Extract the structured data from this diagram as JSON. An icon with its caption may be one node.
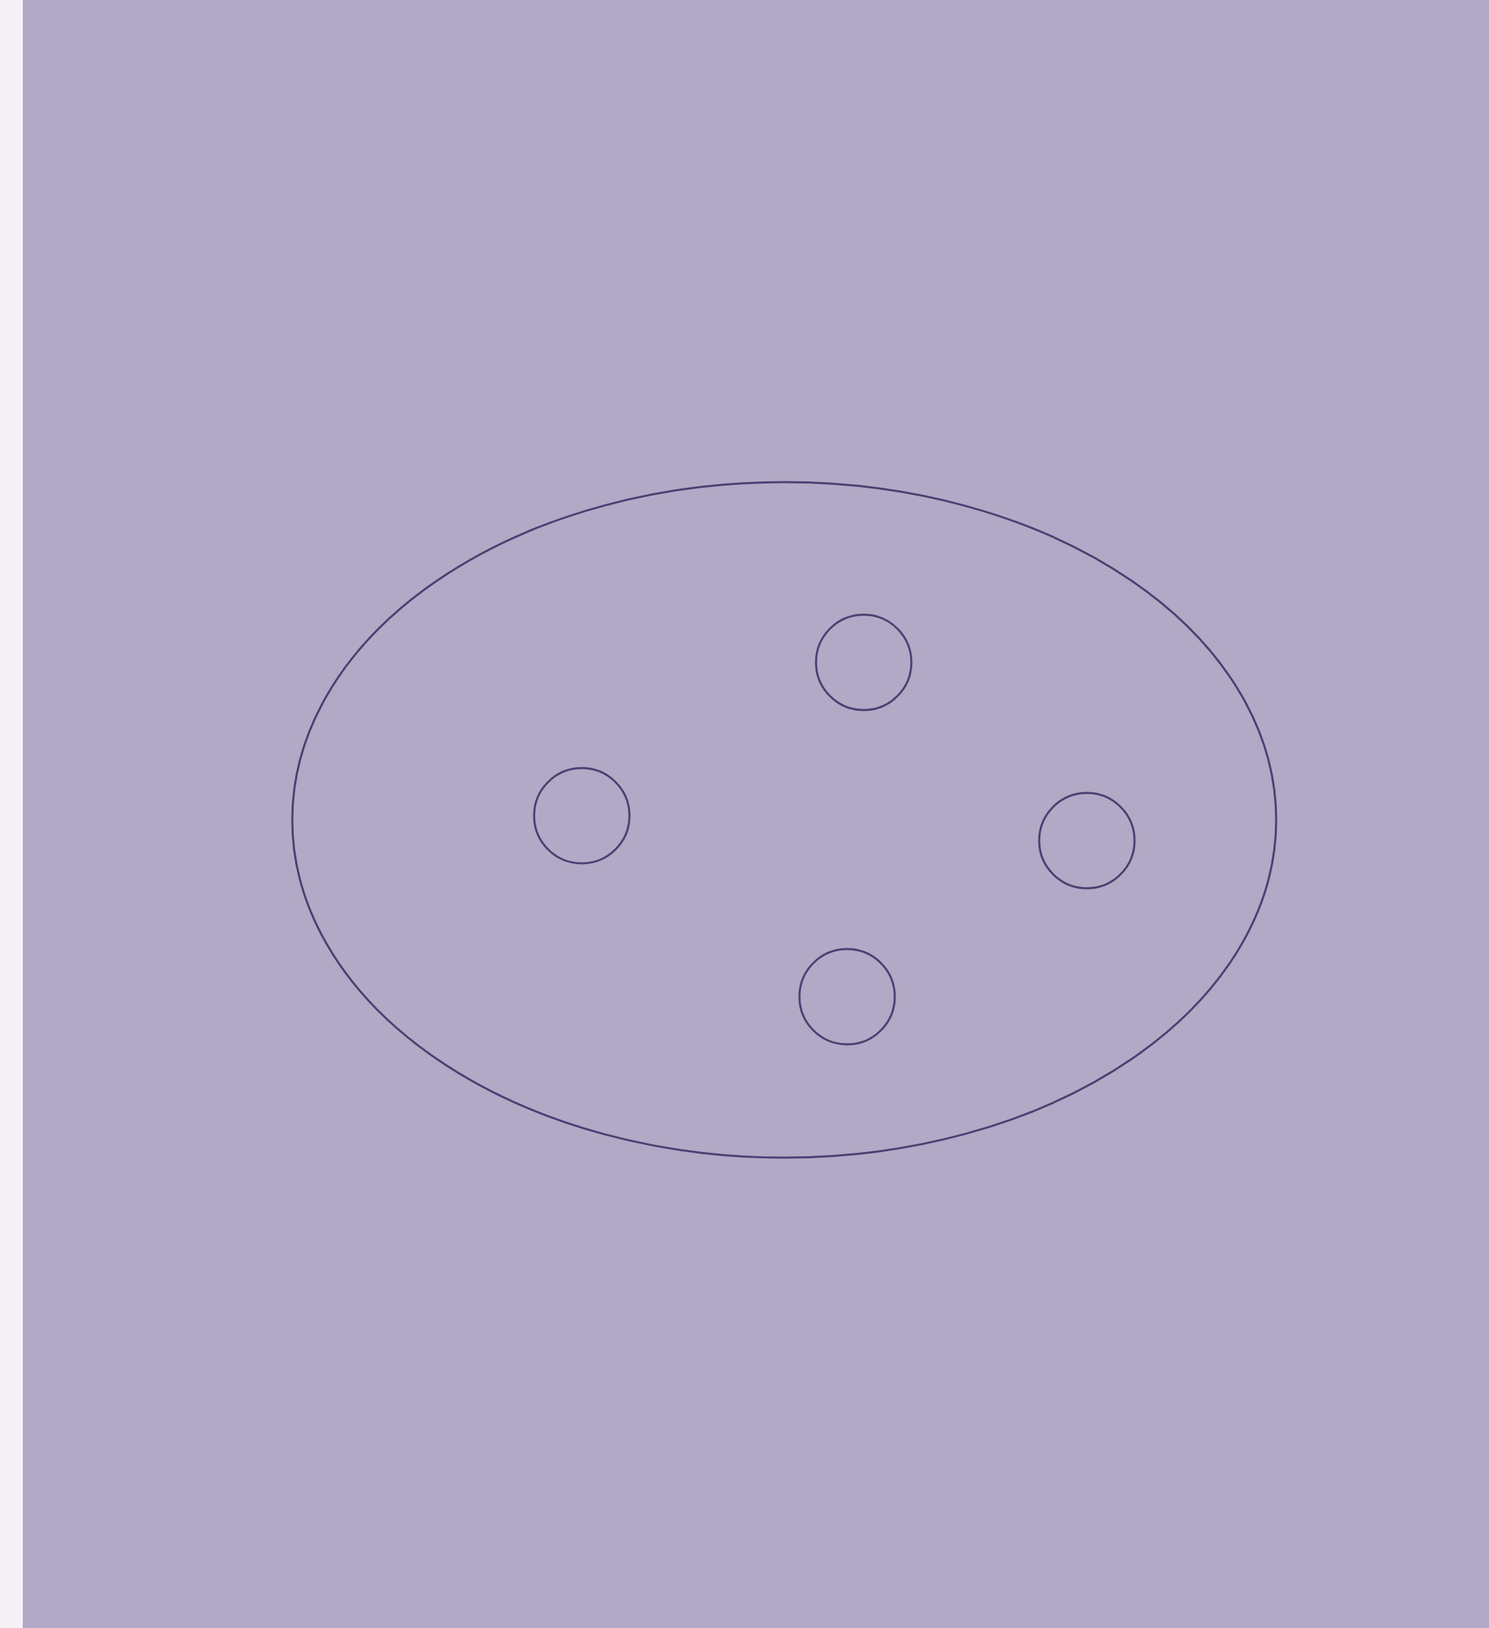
{
  "diagram": {
    "nodes": [
      {
        "text": [],
        "shape": "ellipse"
      },
      {
        "text": [],
        "shape": "circle",
        "in": 0
      },
      {
        "text": [],
        "shape": "circle",
        "in": 0
      },
      {
        "text": [],
        "shape": "circle",
        "in": 0
      },
      {
        "text": [],
        "shape": "circle",
        "in": 0
      }
    ]
  }
}
